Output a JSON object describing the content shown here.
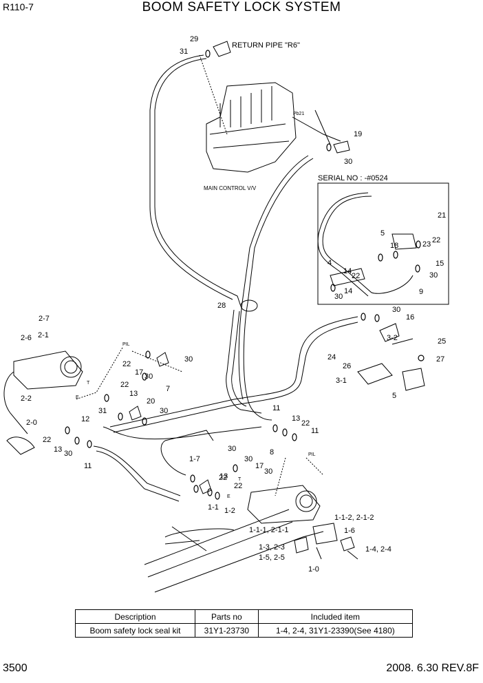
{
  "header": {
    "model": "R110-7",
    "title": "BOOM SAFETY LOCK SYSTEM"
  },
  "footer": {
    "page": "3500",
    "date_rev": "2008. 6.30  REV.8F"
  },
  "diagram": {
    "return_pipe_label": "RETURN PIPE \"R6\"",
    "main_cv_label": "MAIN CONTROL V/V",
    "port_pb21": "Pb21",
    "serial_label": "SERIAL NO : -#0524",
    "port_pil": "PIL",
    "port_t": "T",
    "port_e": "E",
    "callouts": [
      "29",
      "31",
      "19",
      "30",
      "21",
      "5",
      "22",
      "4",
      "14",
      "18",
      "23",
      "22",
      "15",
      "30",
      "9",
      "30",
      "14",
      "28",
      "30",
      "16",
      "3-2",
      "25",
      "27",
      "24",
      "26",
      "3-1",
      "5",
      "2-7",
      "2-6",
      "2-1",
      "22",
      "17",
      "30",
      "7",
      "30",
      "22",
      "13",
      "20",
      "31",
      "30",
      "2-2",
      "12",
      "2-0",
      "22",
      "13",
      "30",
      "11",
      "11",
      "30",
      "13",
      "22",
      "11",
      "1-7",
      "8",
      "30",
      "13",
      "17",
      "22",
      "30",
      "22",
      "1-1",
      "1-2",
      "1-1-1, 2-1-1",
      "1-1-2, 2-1-2",
      "1-6",
      "1-4, 2-4",
      "1-3, 2-3",
      "1-5, 2-5",
      "1-0"
    ]
  },
  "kit_table": {
    "headers": [
      "Description",
      "Parts no",
      "Included item"
    ],
    "rows": [
      [
        "Boom safety lock seal kit",
        "31Y1-23730",
        "1-4, 2-4, 31Y1-23390(See 4180)"
      ]
    ]
  }
}
